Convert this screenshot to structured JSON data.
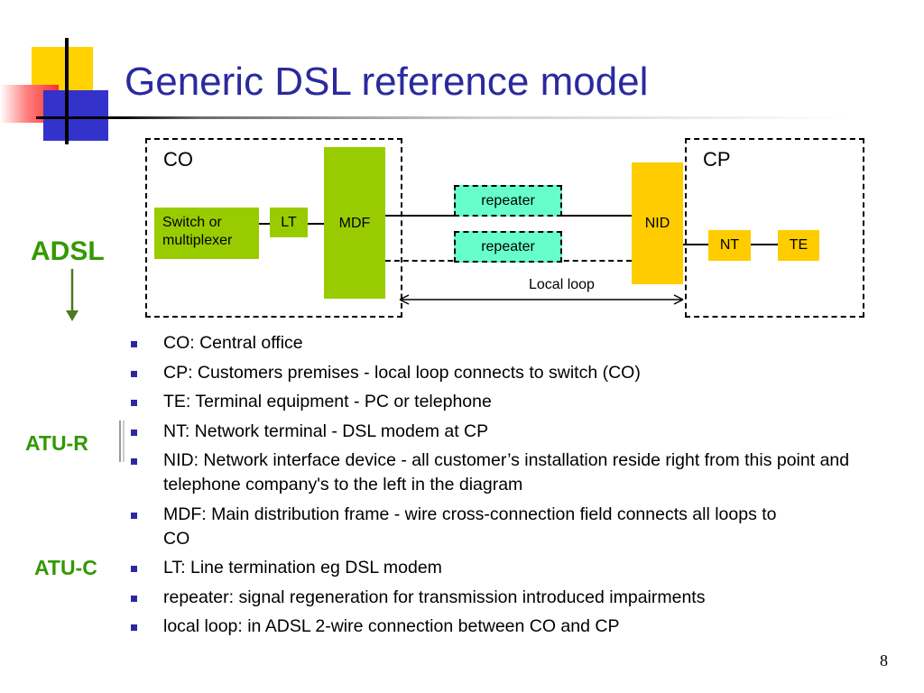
{
  "slide": {
    "title": "Generic DSL reference model",
    "page_number": "8"
  },
  "diagram": {
    "co_label": "CO",
    "cp_label": "CP",
    "switch_label": "Switch or multiplexer",
    "lt_label": "LT",
    "mdf_label": "MDF",
    "repeater_top_label": "repeater",
    "repeater_bottom_label": "repeater",
    "nid_label": "NID",
    "nt_label": "NT",
    "te_label": "TE",
    "local_loop_label": "Local loop"
  },
  "side_labels": {
    "adsl": "ADSL",
    "atu_r": "ATU-R",
    "atu_c": "ATU-C"
  },
  "bullets": [
    "CO: Central office",
    "CP: Customers premises - local loop connects to switch (CO)",
    "TE: Terminal equipment - PC or telephone",
    "NT: Network terminal - DSL modem at CP",
    "NID: Network interface device - all customer’s installation reside right from this point and telephone company's  to the left in the diagram",
    "MDF: Main distribution frame - wire cross-connection field connects all loops to CO",
    "LT: Line termination eg DSL modem",
    "repeater: signal regeneration for transmission introduced impairments",
    "local loop: in ADSL 2-wire connection between CO and CP"
  ],
  "colors": {
    "title": "#2a2a9e",
    "green_component": "#99cc00",
    "orange_component": "#ffcc00",
    "repeater": "#66ffcc",
    "side_label": "#339900"
  }
}
